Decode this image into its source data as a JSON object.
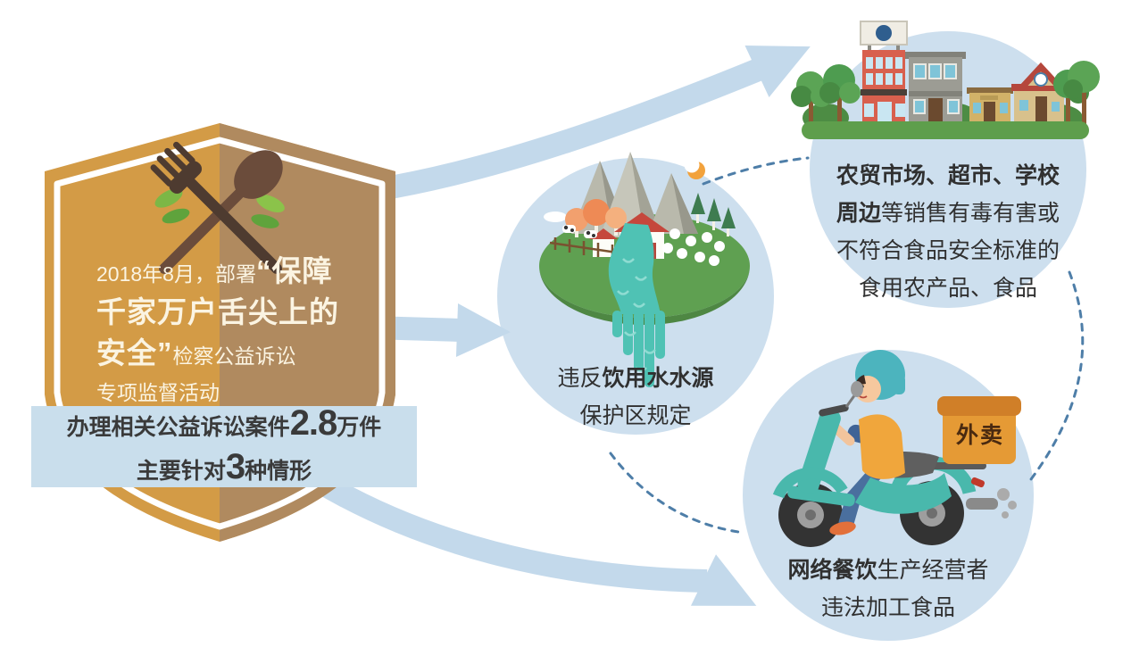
{
  "title": "检察公益诉讼食品安全专项监督活动信息图",
  "shield": {
    "emblem_icon": "fork-spoon-leaves-icon",
    "intro_segments": [
      {
        "text": "2018年8月，部署",
        "style": "regular"
      },
      {
        "text": "“保障千家万户舌尖上的安全”",
        "style": "bold"
      },
      {
        "text": "检察公益诉讼",
        "style": "regular"
      },
      {
        "text": "专项监督活动",
        "style": "regular-own-line"
      }
    ]
  },
  "banner": {
    "line1_prefix": "办理相关公益诉讼案件",
    "line1_value": "2.8",
    "line1_suffix": "万件",
    "line2_prefix": "主要针对",
    "line2_value": "3",
    "line2_suffix": "种情形"
  },
  "circles": {
    "market": {
      "illustration": "street-buildings-illustration",
      "bold_text": "农贸市场、超市、学校周边",
      "regular_text": "等销售有毒有害或不符合食品安全标准的食用农产品、食品"
    },
    "water": {
      "illustration": "island-waterfall-illustration",
      "line1_regular": "违反",
      "line1_bold": "饮用水水源",
      "line2": "保护区规定"
    },
    "delivery": {
      "illustration": "delivery-scooter-illustration",
      "line1_bold": "网络餐饮",
      "line1_regular": "生产经营者",
      "line2": "违法加工食品",
      "box_label": "外卖"
    }
  },
  "colors": {
    "shield_left": "#D39B46",
    "shield_right": "#B08A5F",
    "shield_text": "#FBF4E2",
    "banner_bg": "#C9DEEC",
    "circle_bg": "#CDDFEE",
    "arrow": "#C3D9EB",
    "dashed_line": "#4E7EA8",
    "text_dark": "#333333",
    "utensil_fork_brown": "#4E3B30",
    "utensil_spoon_brown": "#6B4C3B",
    "leaf_green": "#7CB746",
    "island_green": "#5FA051",
    "water_teal": "#4FC2B4",
    "scooter_teal": "#49B8AC",
    "helmet_teal": "#4CB4BE",
    "vest_orange": "#F0A63C",
    "delivery_box_orange": "#E59A35"
  }
}
